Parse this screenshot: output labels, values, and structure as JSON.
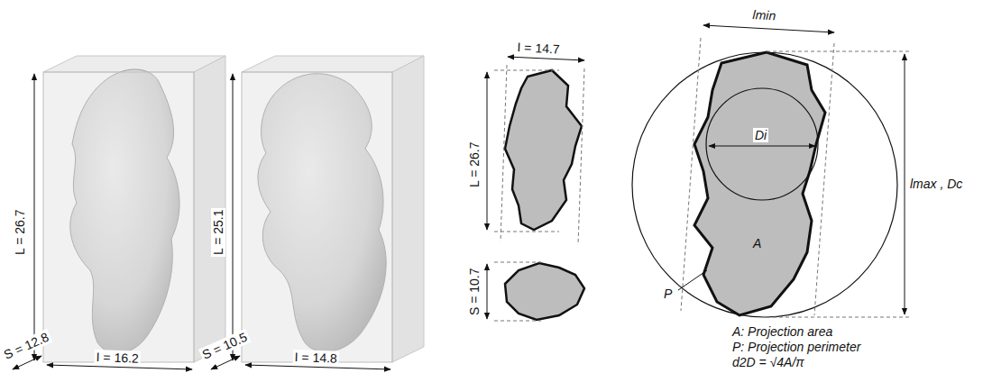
{
  "diagram": {
    "labels": [
      "L = 26.7",
      "S = 12.8",
      "I = 16.2",
      "L = 25.1",
      "S = 10.5",
      "I = 14.8",
      "I = 14.7",
      "L = 26.7",
      "S = 10.7",
      "lmin",
      "Di",
      "lmax , Dc",
      "A",
      "P",
      "A: Projection area",
      "P: Projection perimeter",
      "d2D = √4A/π"
    ]
  }
}
